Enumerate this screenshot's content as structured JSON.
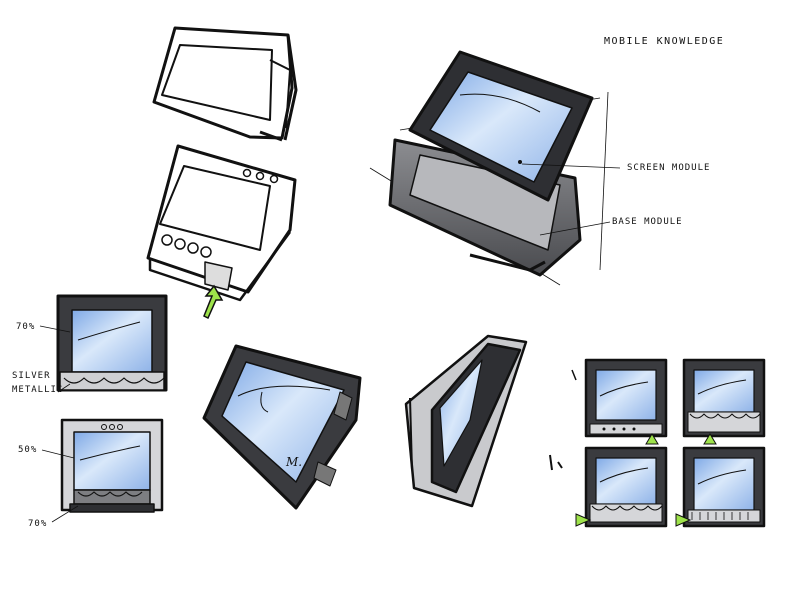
{
  "title": "MOBILE KNOWLEDGE",
  "annotations": {
    "screen_module": "SCREEN MODULE",
    "base_module": "BASE MODULE",
    "pct_70_top": "70%",
    "silver_1": "SILVER",
    "silver_2": "METALLIC",
    "pct_50": "50%",
    "pct_70_bottom": "70%"
  },
  "signature": "M.",
  "colors": {
    "screen_blue": "#a9c8ef",
    "screen_highlight": "#e6f0fb",
    "body_grey": "#6d6e72",
    "body_dark": "#2e2f33",
    "arrow_green": "#9ee34a"
  }
}
